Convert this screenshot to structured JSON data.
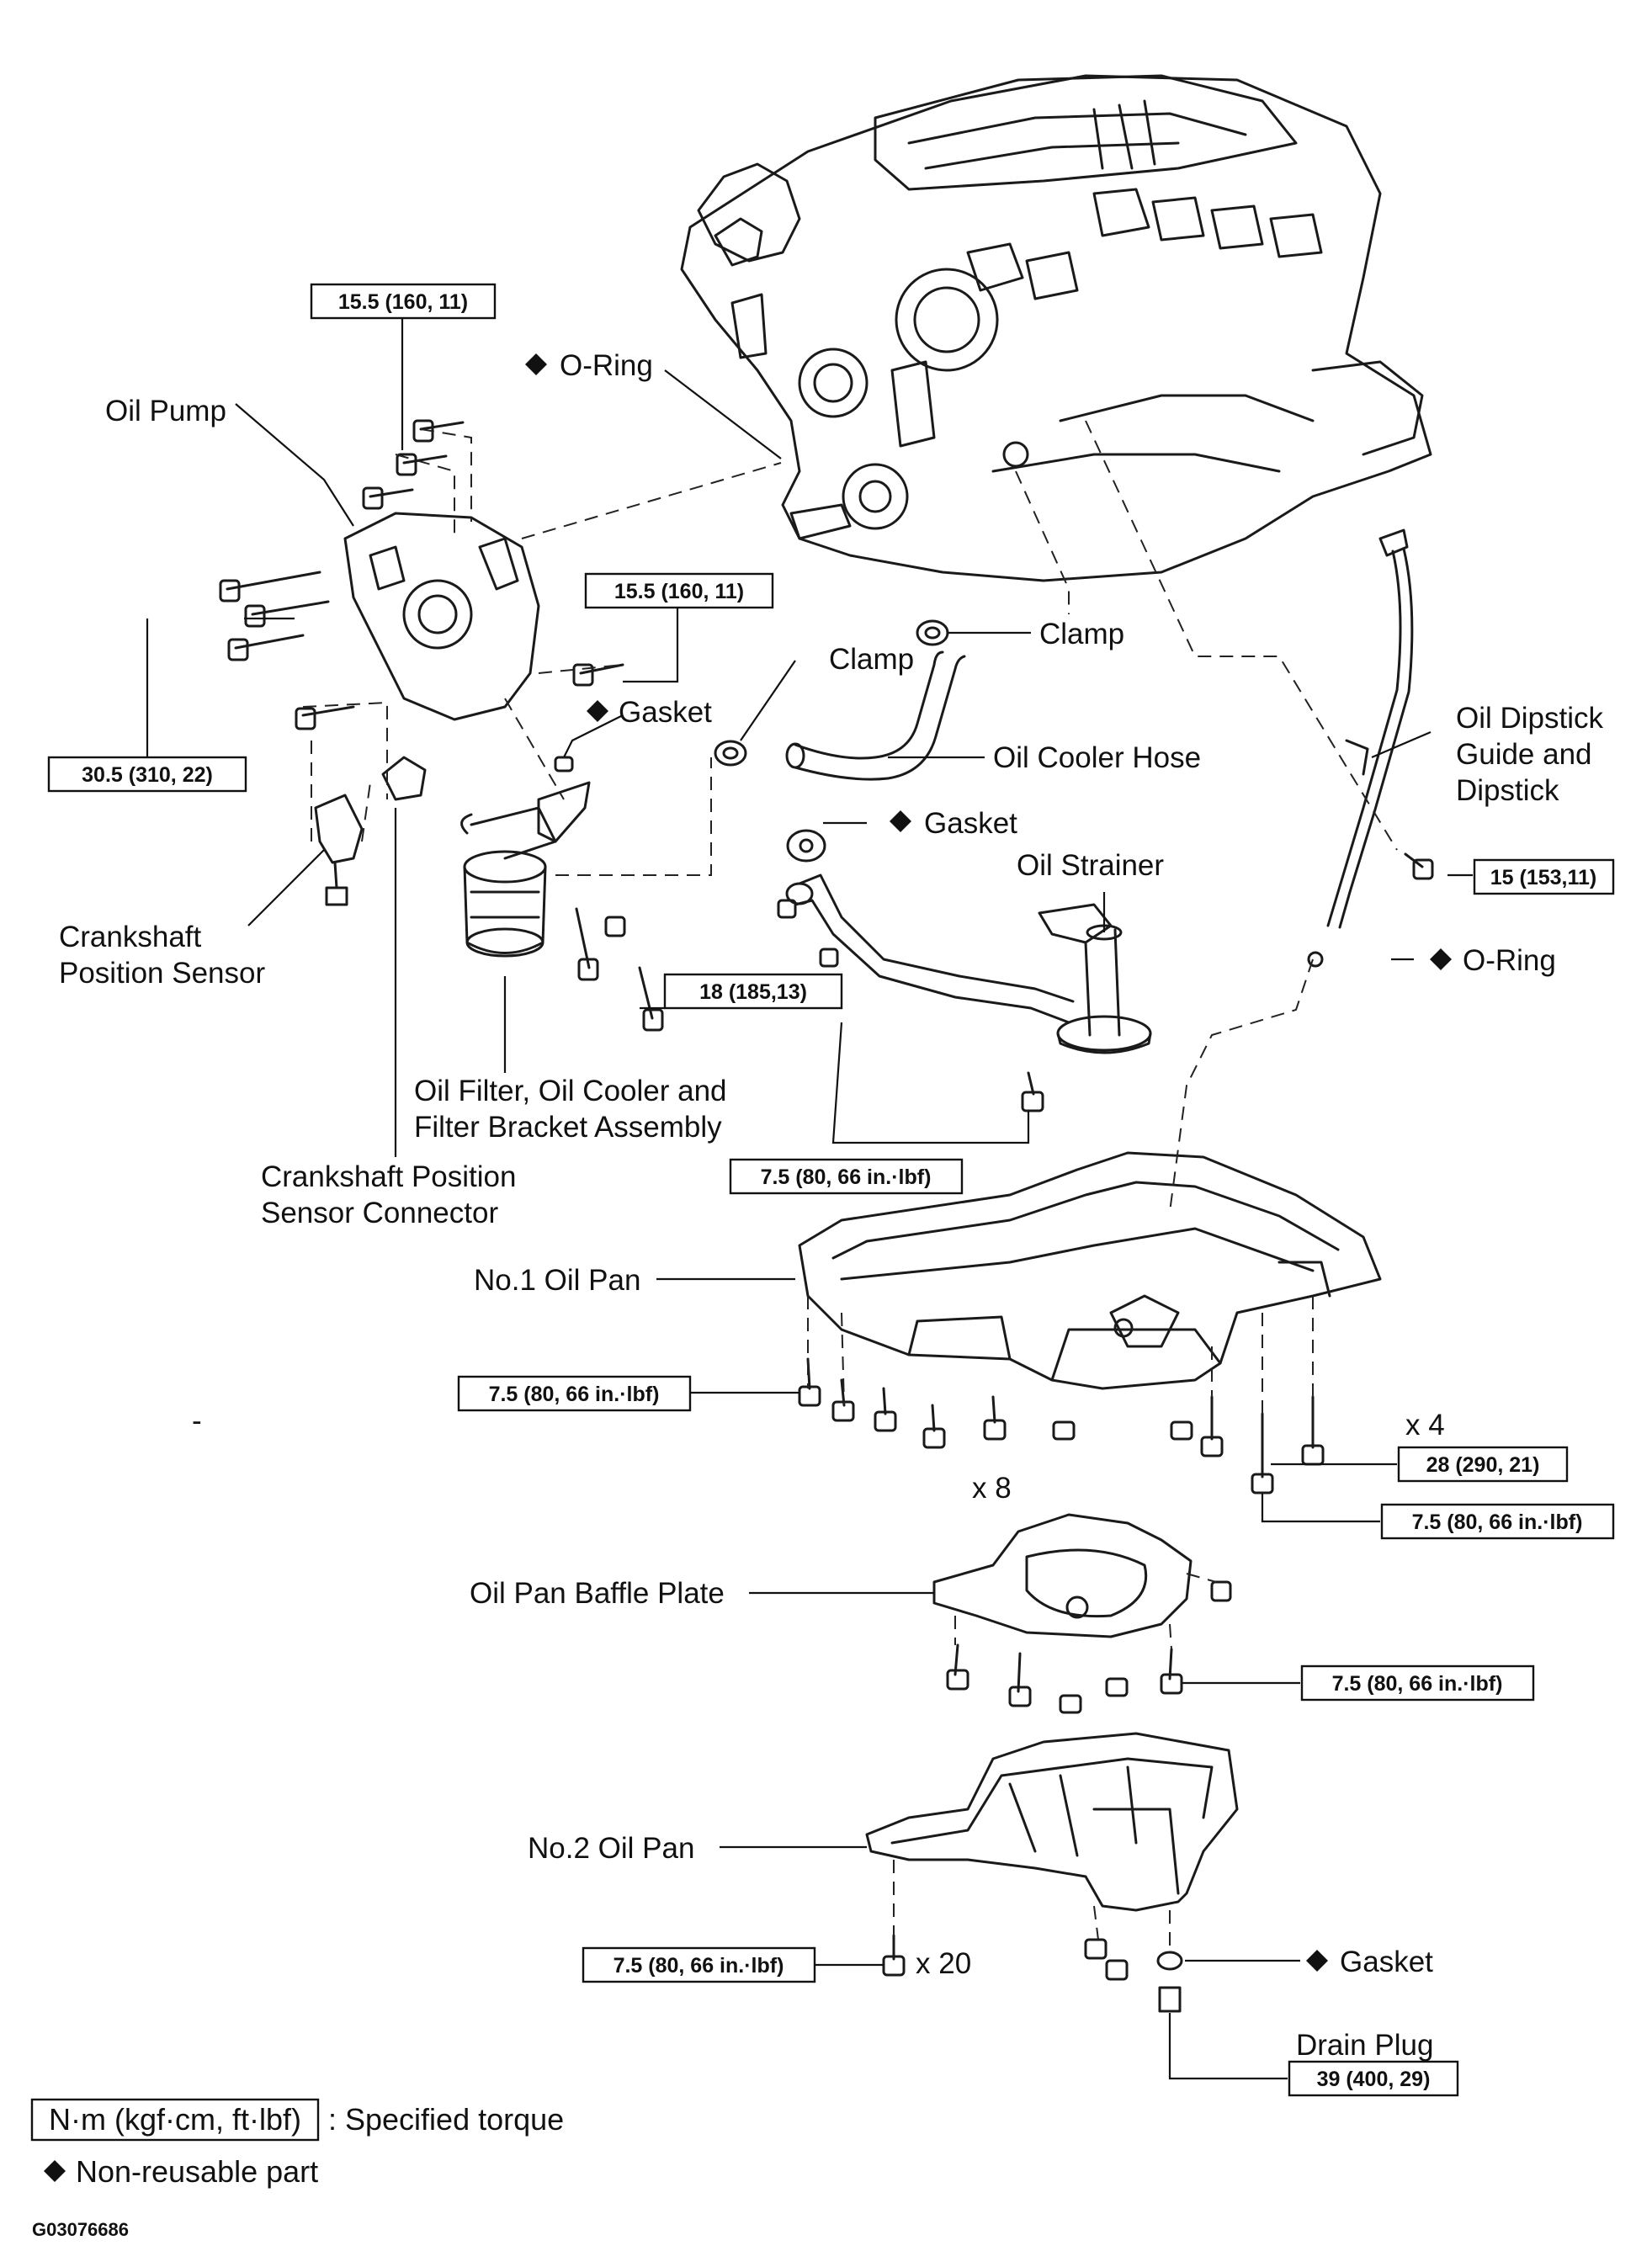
{
  "diagram": {
    "labels": {
      "oil_pump": "Oil Pump",
      "o_ring_top": "O-Ring",
      "gasket_pump": "Gasket",
      "clamp_left": "Clamp",
      "clamp_right": "Clamp",
      "oil_cooler_hose": "Oil Cooler Hose",
      "gasket_strainer": "Gasket",
      "oil_strainer": "Oil Strainer",
      "dipstick_1": "Oil Dipstick",
      "dipstick_2": "Guide and",
      "dipstick_3": "Dipstick",
      "o_ring_right": "O-Ring",
      "crank_sensor_1": "Crankshaft",
      "crank_sensor_2": "Position Sensor",
      "filter_1": "Oil Filter, Oil Cooler and",
      "filter_2": "Filter Bracket Assembly",
      "connector_1": "Crankshaft Position",
      "connector_2": "Sensor Connector",
      "no1_oil_pan": "No.1 Oil Pan",
      "x4": "x 4",
      "x8": "x 8",
      "baffle_plate": "Oil Pan Baffle Plate",
      "no2_oil_pan": "No.2 Oil Pan",
      "x20": "x 20",
      "gasket_drain": "Gasket",
      "drain_plug": "Drain Plug",
      "stray_dash": "-"
    },
    "torques": {
      "t_pump_top": "15.5 (160, 11)",
      "t_pump_right": "15.5 (160, 11)",
      "t_pump_left": "30.5 (310, 22)",
      "t_dipstick": "15 (153,11)",
      "t_strainer": "18 (185,13)",
      "t_strainer_bolt": "7.5 (80, 66 in.·lbf)",
      "t_pan1_left": "7.5 (80, 66 in.·lbf)",
      "t_pan1_long": "28 (290, 21)",
      "t_pan1_right": "7.5 (80, 66 in.·lbf)",
      "t_baffle": "7.5 (80, 66 in.·lbf)",
      "t_pan2": "7.5 (80, 66 in.·lbf)",
      "t_drain": "39 (400, 29)"
    },
    "legend": {
      "unit_box": "N·m (kgf·cm, ft·lbf)",
      "unit_text": ": Specified torque",
      "nonreusable": "Non-reusable part"
    },
    "figure_code": "G03076686"
  }
}
